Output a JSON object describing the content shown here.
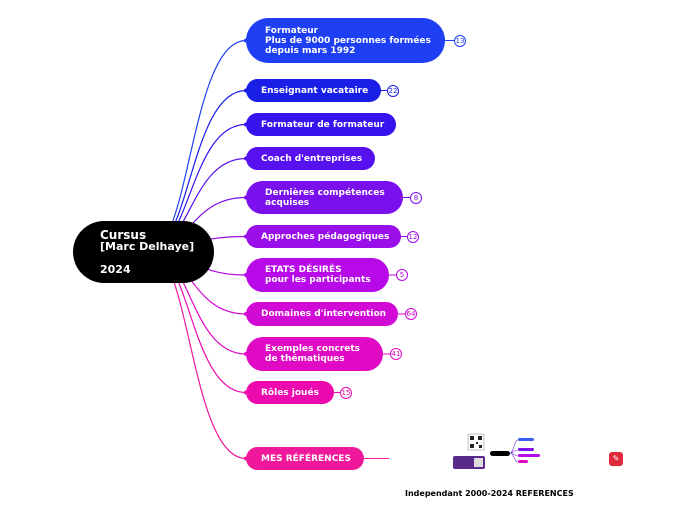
{
  "root": {
    "line1": "Cursus",
    "line2": "[Marc Delhaye]",
    "line3": "2024"
  },
  "nodes": [
    {
      "lines": [
        "Formateur",
        "Plus de 9000 personnes formées",
        "depuis mars 1992"
      ],
      "badge": "13",
      "color": "#1f3ff5"
    },
    {
      "lines": [
        "Enseignant vacataire"
      ],
      "badge": "22",
      "color": "#1a1fe8"
    },
    {
      "lines": [
        "Formateur de formateur"
      ],
      "badge": "",
      "color": "#3614ee"
    },
    {
      "lines": [
        "Coach d'entreprises"
      ],
      "badge": "",
      "color": "#5611ee"
    },
    {
      "lines": [
        "Dernières compétences",
        "acquises"
      ],
      "badge": "8",
      "color": "#7a10ec"
    },
    {
      "lines": [
        "Approches pédagogiques"
      ],
      "badge": "12",
      "color": "#9a0eea"
    },
    {
      "lines": [
        "ETATS DÉSIRÉS",
        "pour les participants"
      ],
      "badge": "5",
      "color": "#b80ae8"
    },
    {
      "lines": [
        "Domaines d'intervention"
      ],
      "badge": "64",
      "color": "#d20ad6"
    },
    {
      "lines": [
        "Exemples concrets",
        "de thématiques"
      ],
      "badge": "41",
      "color": "#e00ac4"
    },
    {
      "lines": [
        "Rôles joués"
      ],
      "badge": "15",
      "color": "#ec0aae"
    },
    {
      "lines": [
        "MES RÉFÉRENCES"
      ],
      "badge": "",
      "color": "#f0189a"
    }
  ],
  "footer": "Independant 2000-2024 REFERENCES"
}
